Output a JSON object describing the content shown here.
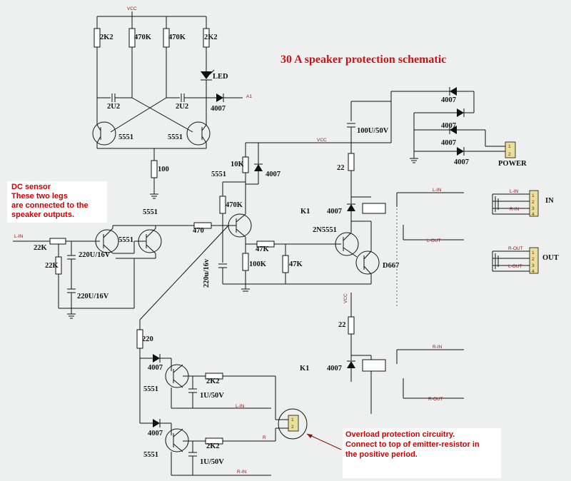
{
  "title": "30 A speaker protection schematic",
  "notes": {
    "dc_sensor": [
      "DC sensor",
      "These two legs",
      "are connected to the",
      "speaker outputs."
    ],
    "overload": [
      "Overload protection circuitry.",
      "Connect to top of emitter-resistor in",
      "the positive period."
    ]
  },
  "colors": {
    "title": "#cc1111",
    "notes": "#cc0000",
    "wire": "#111111",
    "background": "#eef0ef",
    "note_box": "#ffffff",
    "connector": "#e8df9b"
  },
  "components": {
    "r_2k2_a": "2K2",
    "r_470k_a": "470K",
    "r_470k_b": "470K",
    "r_2k2_b": "2K2",
    "led": "LED",
    "c_2u2_a": "2U2",
    "c_2u2_b": "2U2",
    "d_4007_top": "4007",
    "q_5551_a": "5551",
    "q_5551_b": "5551",
    "r_100": "100",
    "vcc_top": "VCC",
    "a1": "A1",
    "r_10k": "10K",
    "d_4007_mid": "4007",
    "q_label_5551_mid": "5551",
    "r_470k_mid": "470K",
    "c_100u": "100U/50V",
    "vcc_mid": "VCC",
    "r_22_top": "22",
    "k1_top": "K1",
    "d_4007_k1": "4007",
    "d_4007_p1": "4007",
    "d_4007_p2": "4007",
    "d_4007_p3": "4007",
    "d_4007_p4": "4007",
    "power": "POWER",
    "in": "IN",
    "out": "OUT",
    "q_5551_left": "5551",
    "r_470": "470",
    "r_22k_a": "22K",
    "r_22k_b": "22K",
    "c_220u_a": "220U/16V",
    "c_220u_b": "220U/16V",
    "c_220u_c": "220u/16v",
    "r_47k_a": "47K",
    "r_100k": "100K",
    "r_47k_b": "47K",
    "q_2n5551": "2N5551",
    "q_d667": "D667",
    "r_220": "220",
    "vcc_low": "VCC",
    "r_22_low": "22",
    "k1_low": "K1",
    "d_4007_k2": "4007",
    "d_4007_o1": "4007",
    "q_5551_o1": "5551",
    "r_2k2_o1": "2K2",
    "c_1u_a": "1U/50V",
    "d_4007_o2": "4007",
    "q_5551_o2": "5551",
    "r_2k2_o2": "2K2",
    "c_1u_b": "1U/50V"
  },
  "net_labels": {
    "l_in_left": "L-IN",
    "l_in_top": "L-IN",
    "l_out": "L-OUT",
    "r_in": "R-IN",
    "r_out": "R-OUT",
    "l_in_o": "L-IN",
    "r_o": "R",
    "r_in_o": "R-IN",
    "in_pins": [
      "L-IN",
      "",
      "R-IN",
      ""
    ],
    "out_pins": [
      "R-OUT",
      "",
      "L-OUT",
      ""
    ],
    "pin_numbers": [
      "1",
      "2",
      "3",
      "4"
    ],
    "power_pins": [
      "1",
      "2"
    ],
    "overload_pins": [
      "1",
      "2"
    ]
  }
}
